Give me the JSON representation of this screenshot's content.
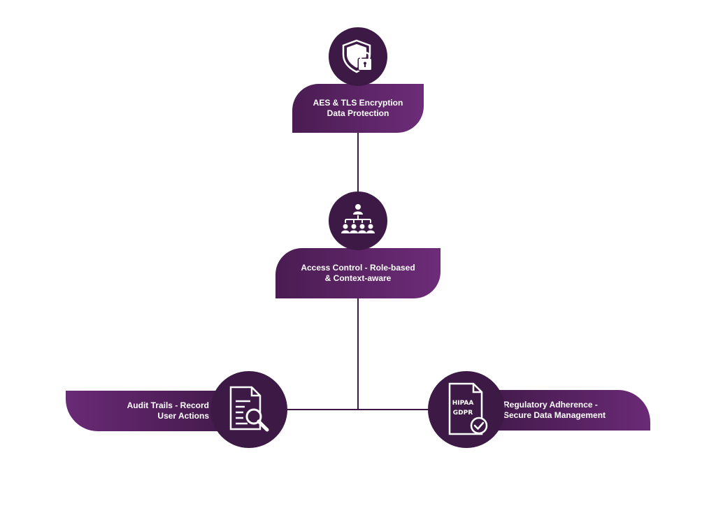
{
  "colors": {
    "node_dark": "#3d1a45",
    "label_light": "#6d2c78",
    "label_dark": "#4a1c52",
    "connector": "#3d1a45"
  },
  "nodes": [
    {
      "id": "encryption",
      "icon": "shield-lock-icon",
      "line1": "AES & TLS Encryption",
      "line2": "Data Protection"
    },
    {
      "id": "access-control",
      "icon": "hierarchy-users-icon",
      "line1": "Access Control - Role-based",
      "line2": "& Context-aware"
    },
    {
      "id": "audit-trails",
      "icon": "document-search-icon",
      "line1": "Audit Trails - Record",
      "line2": "User Actions"
    },
    {
      "id": "regulatory",
      "icon": "compliance-document-icon",
      "line1": "Regulatory Adherence -",
      "line2": "Secure Data Management",
      "doc_text_1": "HIPAA",
      "doc_text_2": "GDPR"
    }
  ]
}
